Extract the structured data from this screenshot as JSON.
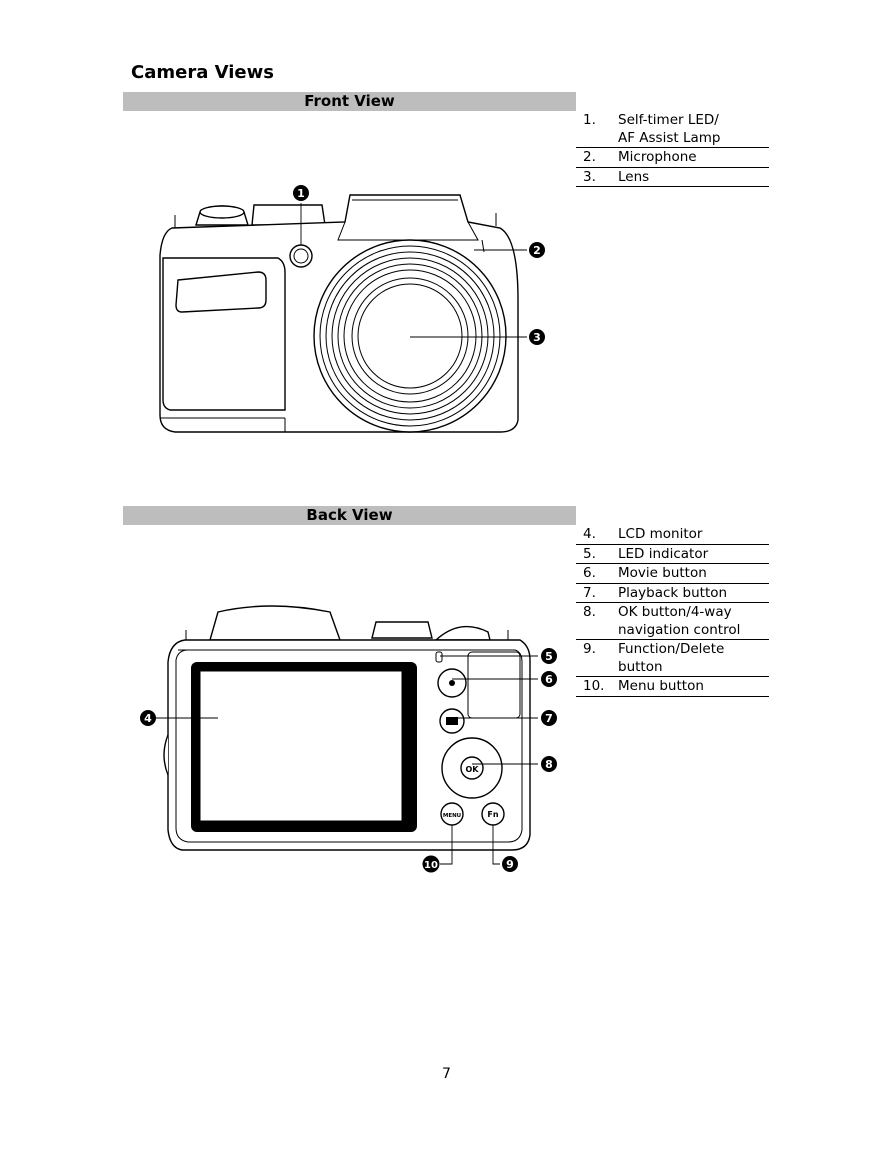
{
  "page_title": "Camera Views",
  "front": {
    "heading": "Front View",
    "items": [
      {
        "num": "1.",
        "label": "Self-timer LED/\nAF Assist Lamp"
      },
      {
        "num": "2.",
        "label": "Microphone"
      },
      {
        "num": "3.",
        "label": "Lens"
      }
    ],
    "callouts": [
      "1",
      "2",
      "3"
    ]
  },
  "back": {
    "heading": "Back View",
    "items": [
      {
        "num": "4.",
        "label": "LCD monitor"
      },
      {
        "num": "5.",
        "label": "LED indicator"
      },
      {
        "num": "6.",
        "label": "Movie button"
      },
      {
        "num": "7.",
        "label": "Playback button"
      },
      {
        "num": "8.",
        "label": "OK button/4-way\nnavigation control"
      },
      {
        "num": "9.",
        "label": "Function/Delete\nbutton"
      },
      {
        "num": "10.",
        "label": "Menu button"
      }
    ],
    "callouts": [
      "4",
      "5",
      "6",
      "7",
      "8",
      "9",
      "10"
    ],
    "button_labels": {
      "ok": "OK",
      "fn": "Fn",
      "menu": "MENU"
    }
  },
  "page_number": "7"
}
